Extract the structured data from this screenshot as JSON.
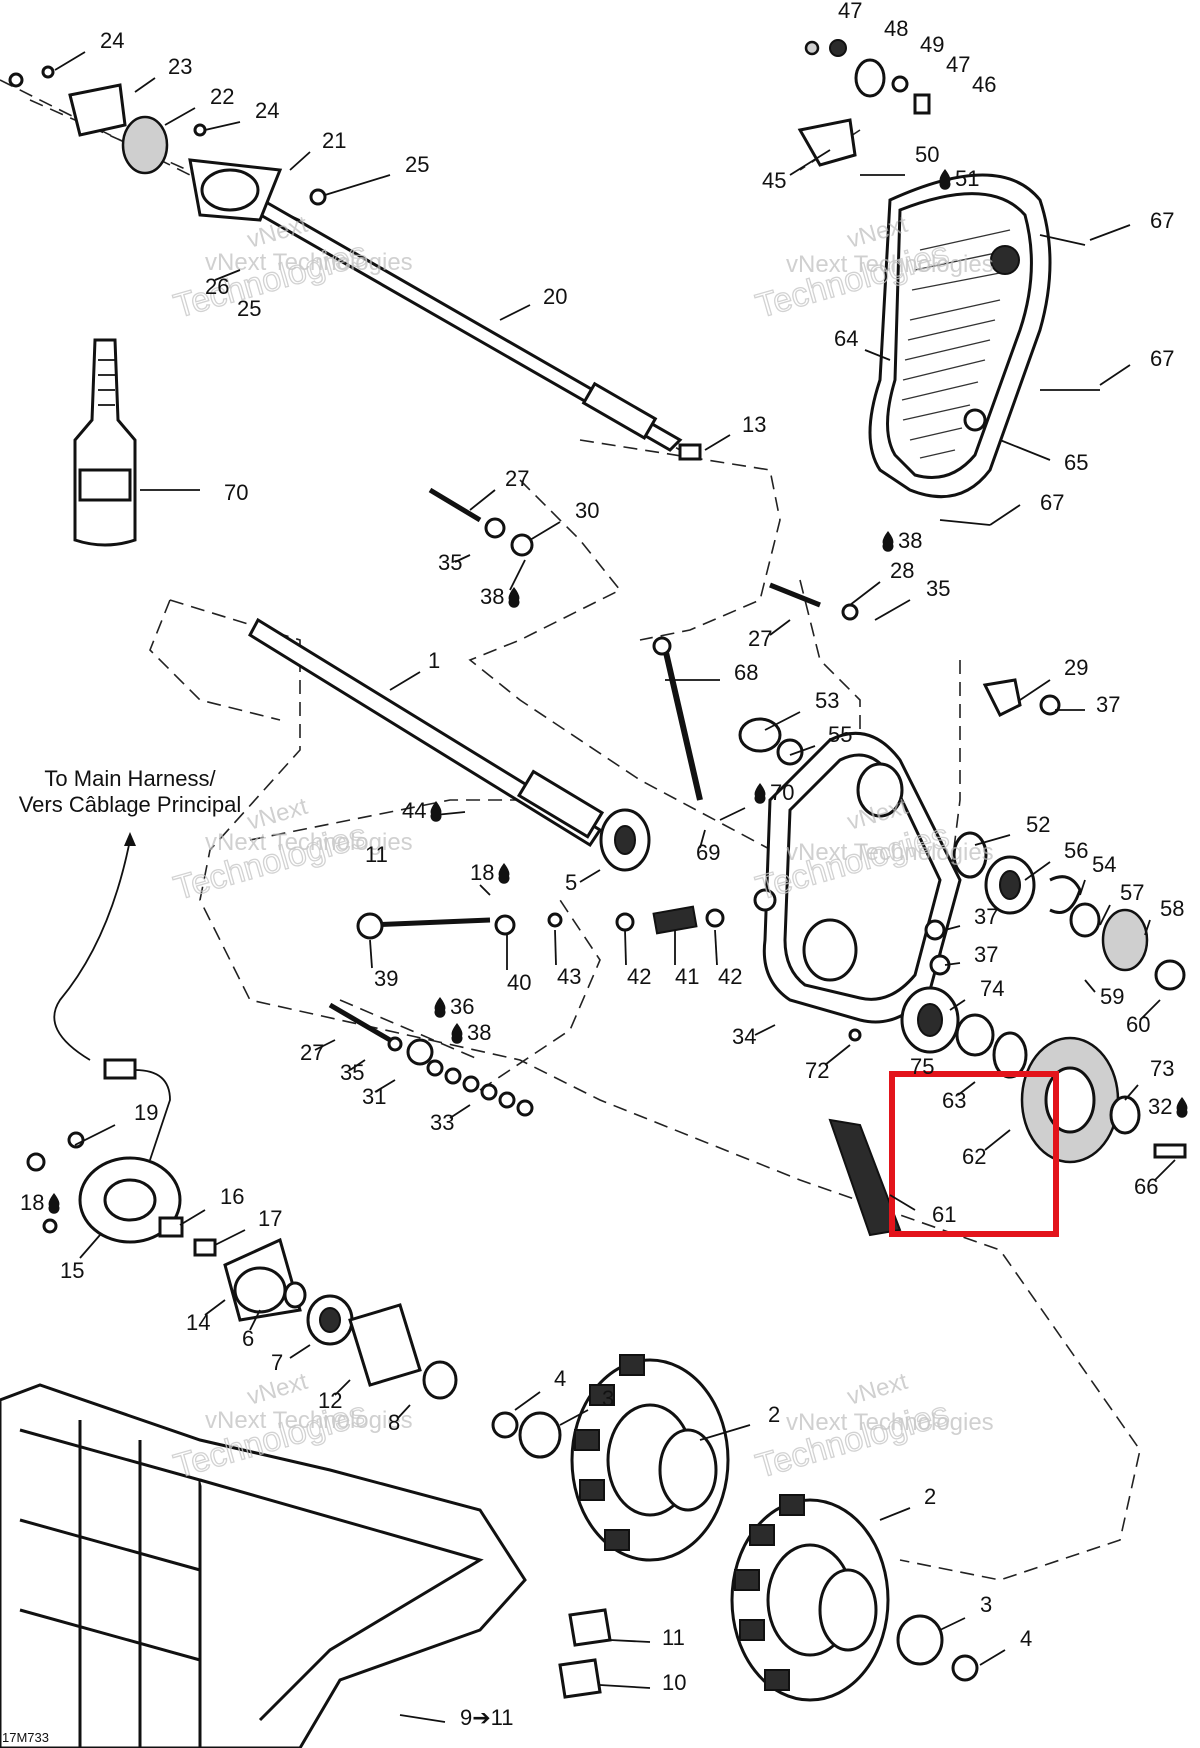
{
  "figure_code": "17M733",
  "harness_note": {
    "line1": "To Main Harness/",
    "line2": "Vers Câblage Principal"
  },
  "watermark": {
    "line1": "vNext",
    "line2": "vNext Technologies",
    "line3": "Technologies"
  },
  "callouts": [
    {
      "label": "47"
    },
    {
      "label": "48"
    },
    {
      "label": "49"
    },
    {
      "label": "47"
    },
    {
      "label": "46"
    },
    {
      "label": "45"
    },
    {
      "label": "50"
    },
    {
      "label": "51"
    },
    {
      "label": "67"
    },
    {
      "label": "67"
    },
    {
      "label": "64"
    },
    {
      "label": "65"
    },
    {
      "label": "67"
    },
    {
      "label": "24"
    },
    {
      "label": "23"
    },
    {
      "label": "22"
    },
    {
      "label": "24"
    },
    {
      "label": "21"
    },
    {
      "label": "25"
    },
    {
      "label": "26"
    },
    {
      "label": "25"
    },
    {
      "label": "20"
    },
    {
      "label": "13"
    },
    {
      "label": "70"
    },
    {
      "label": "27"
    },
    {
      "label": "30"
    },
    {
      "label": "35"
    },
    {
      "label": "38"
    },
    {
      "label": "38"
    },
    {
      "label": "28"
    },
    {
      "label": "35"
    },
    {
      "label": "27"
    },
    {
      "label": "1"
    },
    {
      "label": "68"
    },
    {
      "label": "29"
    },
    {
      "label": "53"
    },
    {
      "label": "37"
    },
    {
      "label": "55"
    },
    {
      "label": "44"
    },
    {
      "label": "70"
    },
    {
      "label": "69"
    },
    {
      "label": "52"
    },
    {
      "label": "56"
    },
    {
      "label": "5"
    },
    {
      "label": "11"
    },
    {
      "label": "18"
    },
    {
      "label": "54"
    },
    {
      "label": "57"
    },
    {
      "label": "58"
    },
    {
      "label": "37"
    },
    {
      "label": "37"
    },
    {
      "label": "39"
    },
    {
      "label": "40"
    },
    {
      "label": "43"
    },
    {
      "label": "42"
    },
    {
      "label": "41"
    },
    {
      "label": "42"
    },
    {
      "label": "59"
    },
    {
      "label": "60"
    },
    {
      "label": "74"
    },
    {
      "label": "36"
    },
    {
      "label": "38"
    },
    {
      "label": "27"
    },
    {
      "label": "34"
    },
    {
      "label": "35"
    },
    {
      "label": "31"
    },
    {
      "label": "72"
    },
    {
      "label": "75"
    },
    {
      "label": "73"
    },
    {
      "label": "63"
    },
    {
      "label": "32"
    },
    {
      "label": "33"
    },
    {
      "label": "62"
    },
    {
      "label": "66"
    },
    {
      "label": "19"
    },
    {
      "label": "61"
    },
    {
      "label": "18"
    },
    {
      "label": "16"
    },
    {
      "label": "17"
    },
    {
      "label": "15"
    },
    {
      "label": "14"
    },
    {
      "label": "6"
    },
    {
      "label": "7"
    },
    {
      "label": "12"
    },
    {
      "label": "8"
    },
    {
      "label": "4"
    },
    {
      "label": "3"
    },
    {
      "label": "2"
    },
    {
      "label": "2"
    },
    {
      "label": "3"
    },
    {
      "label": "4"
    },
    {
      "label": "11"
    },
    {
      "label": "10"
    },
    {
      "label": "9➔11"
    }
  ],
  "highlight": {
    "color": "#e3141b"
  },
  "colors": {
    "ink": "#111111",
    "paper": "#ffffff"
  }
}
